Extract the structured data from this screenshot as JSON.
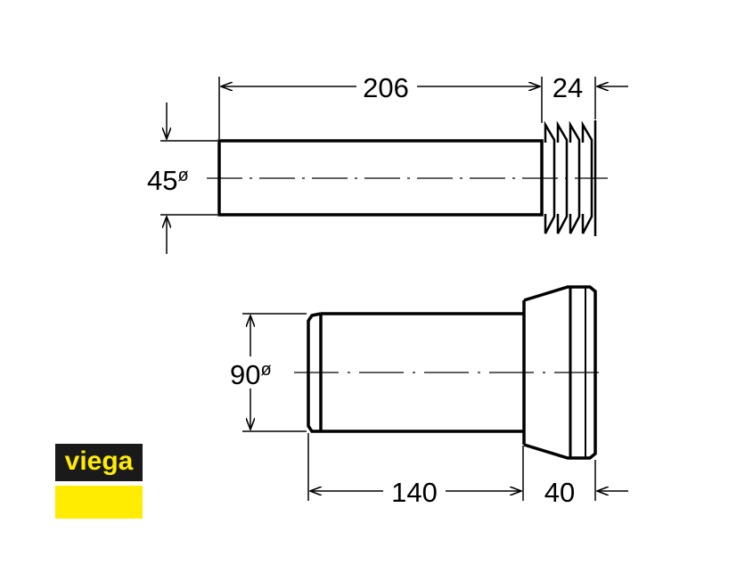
{
  "top_part": {
    "length_label": "206",
    "thread_length_label": "24",
    "diameter_value": "45",
    "diameter_symbol": "ø"
  },
  "bottom_part": {
    "length_label": "140",
    "socket_length_label": "40",
    "diameter_value": "90",
    "diameter_symbol": "ø"
  },
  "logo": {
    "text": "viega",
    "colors": {
      "background": "#1a1a1a",
      "accent": "#ffec00"
    }
  }
}
